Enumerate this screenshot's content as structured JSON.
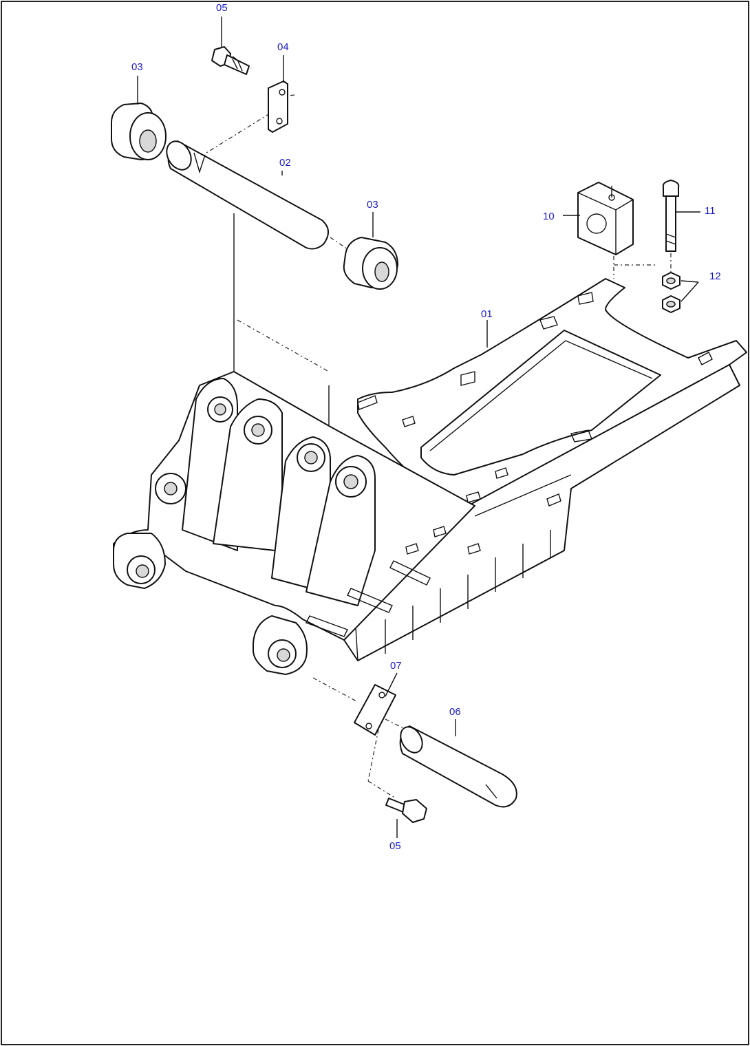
{
  "diagram": {
    "callouts": [
      {
        "id": "c05a",
        "label": "05"
      },
      {
        "id": "c04",
        "label": "04"
      },
      {
        "id": "c03a",
        "label": "03"
      },
      {
        "id": "c02",
        "label": "02"
      },
      {
        "id": "c03b",
        "label": "03"
      },
      {
        "id": "c10",
        "label": "10"
      },
      {
        "id": "c11",
        "label": "11"
      },
      {
        "id": "c12",
        "label": "12"
      },
      {
        "id": "c01",
        "label": "01"
      },
      {
        "id": "c07",
        "label": "07"
      },
      {
        "id": "c06",
        "label": "06"
      },
      {
        "id": "c05b",
        "label": "05"
      }
    ]
  }
}
